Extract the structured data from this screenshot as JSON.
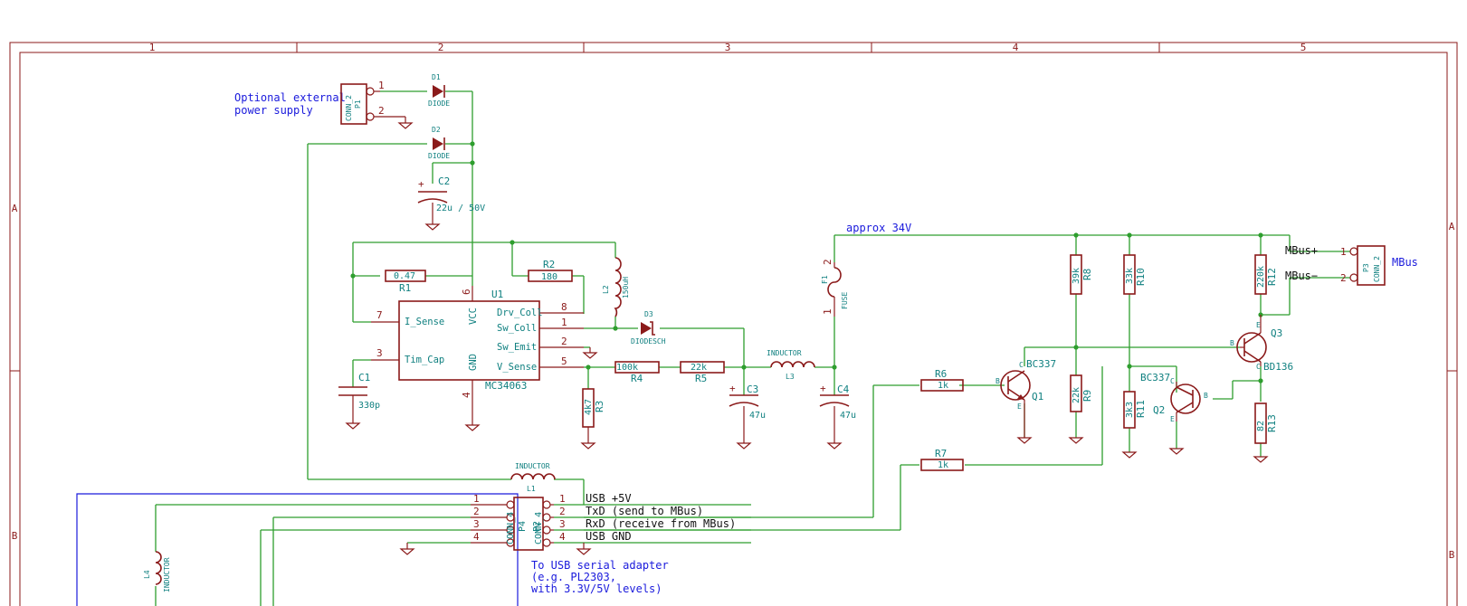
{
  "frame": {
    "columns": [
      "1",
      "2",
      "3",
      "4",
      "5"
    ],
    "rows": [
      "A",
      "B"
    ]
  },
  "notes": {
    "ext_power_line1": "Optional external",
    "ext_power_line2": "power supply",
    "usb_line1": "To USB serial adapter",
    "usb_line2": "(e.g. PL2303,",
    "usb_line3": "with 3.3V/5V levels)",
    "mbus": "MBus",
    "approx": "approx 34V"
  },
  "usb_labels": [
    "USB +5V",
    "TxD (send to MBus)",
    "RxD (receive from MBus)",
    "USB GND"
  ],
  "mbus_labels": {
    "plus": "MBus+",
    "minus": "MBus−"
  },
  "components": {
    "P1": {
      "ref": "P1",
      "val": "CONN_2",
      "pins": [
        "1",
        "2"
      ]
    },
    "P2": {
      "ref": "P2",
      "val": "CONN_4",
      "pins": [
        "1",
        "2",
        "3",
        "4"
      ]
    },
    "P3": {
      "ref": "P3",
      "val": "CONN_2",
      "pins": [
        "1",
        "2"
      ]
    },
    "P4": {
      "ref": "P4",
      "val": "CONN_4",
      "pins": [
        "1",
        "2",
        "3",
        "4"
      ]
    },
    "D1": {
      "ref": "D1",
      "val": "DIODE"
    },
    "D2": {
      "ref": "D2",
      "val": "DIODE"
    },
    "D3": {
      "ref": "D3",
      "val": "DIODESCH"
    },
    "C1": {
      "ref": "C1",
      "val": "330p"
    },
    "C2": {
      "ref": "C2",
      "val": "22u / 50V"
    },
    "C3": {
      "ref": "C3",
      "val": "47u"
    },
    "C4": {
      "ref": "C4",
      "val": "47u"
    },
    "R1": {
      "ref": "R1",
      "val": "0.47"
    },
    "R2": {
      "ref": "R2",
      "val": "180"
    },
    "R3": {
      "ref": "R3",
      "val": "4k7"
    },
    "R4": {
      "ref": "R4",
      "val": "100k"
    },
    "R5": {
      "ref": "R5",
      "val": "22k"
    },
    "R6": {
      "ref": "R6",
      "val": "1k"
    },
    "R7": {
      "ref": "R7",
      "val": "1k"
    },
    "R8": {
      "ref": "R8",
      "val": "39k"
    },
    "R9": {
      "ref": "R9",
      "val": "22k"
    },
    "R10": {
      "ref": "R10",
      "val": "33k"
    },
    "R11": {
      "ref": "R11",
      "val": "3k3"
    },
    "R12": {
      "ref": "R12",
      "val": "220k"
    },
    "R13": {
      "ref": "R13",
      "val": "82"
    },
    "L1": {
      "ref": "L1",
      "val": "INDUCTOR"
    },
    "L2": {
      "ref": "L2",
      "val": "150uH"
    },
    "L3": {
      "ref": "L3",
      "val": "INDUCTOR"
    },
    "L4": {
      "ref": "L4",
      "val": "INDUCTOR"
    },
    "F1": {
      "ref": "F1",
      "val": "FUSE",
      "pins": [
        "2",
        "1"
      ]
    },
    "Q1": {
      "ref": "Q1",
      "val": "BC337"
    },
    "Q2": {
      "ref": "Q2",
      "val": "BC337"
    },
    "Q3": {
      "ref": "Q3",
      "val": "BD136"
    },
    "U1": {
      "ref": "U1",
      "val": "MC34063",
      "pins_left": [
        {
          "num": "7",
          "name": "I_Sense"
        },
        {
          "num": "3",
          "name": "Tim_Cap"
        }
      ],
      "pins_right": [
        {
          "num": "8",
          "name": "Drv_Coll"
        },
        {
          "num": "1",
          "name": "Sw_Coll"
        },
        {
          "num": "2",
          "name": "Sw_Emit"
        },
        {
          "num": "5",
          "name": "V_Sense"
        }
      ],
      "pin_vcc": {
        "num": "6",
        "name": "VCC"
      },
      "pin_gnd": {
        "num": "4",
        "name": "GND"
      }
    }
  },
  "transistor_pins": {
    "b": "B",
    "c": "C",
    "e": "E"
  }
}
